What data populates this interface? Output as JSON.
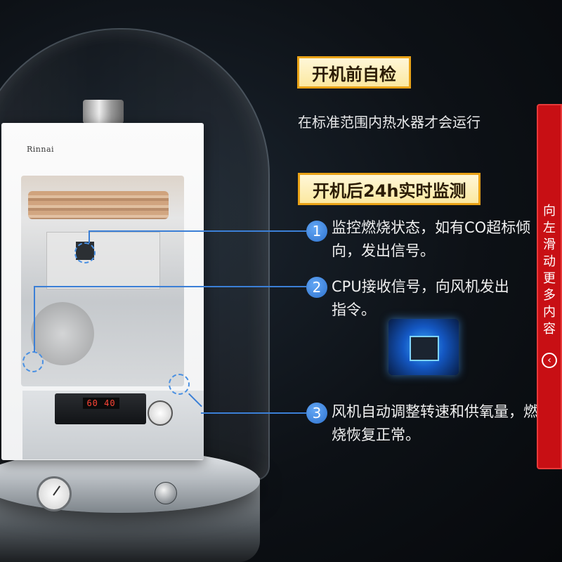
{
  "product": {
    "brand": "Rinnai",
    "display_value": "60 40"
  },
  "section1": {
    "tag": "开机前自检",
    "subtitle": "在标准范围内热水器才会运行"
  },
  "section2": {
    "tag": "开机后24h实时监测",
    "items": [
      {
        "number": "1",
        "text": "监控燃烧状态，如有CO超标倾向，发出信号。"
      },
      {
        "number": "2",
        "text": "CPU接收信号，向风机发出指令。"
      },
      {
        "number": "3",
        "text": "风机自动调整转速和供氧量，燃烧恢复正常。"
      }
    ]
  },
  "side_tab": {
    "label": "向左滑动更多内容",
    "icon": "chevron-left-icon"
  },
  "colors": {
    "accent_blue": "#3b7fd6",
    "tag_border": "#e9a216",
    "side_tab_red": "#c80f14"
  }
}
